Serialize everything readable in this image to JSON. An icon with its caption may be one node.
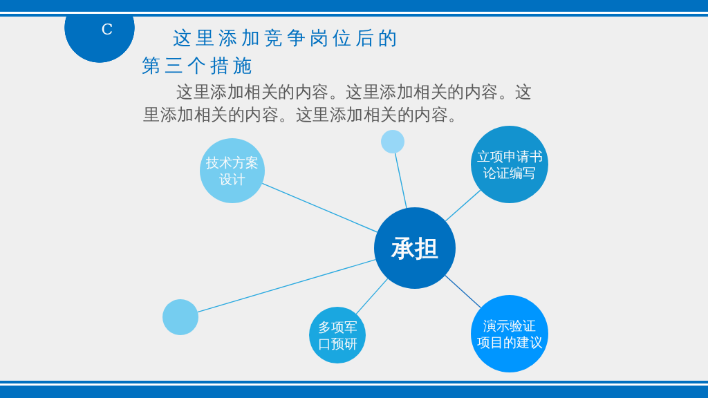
{
  "diagram": {
    "title": "这里添加竞争岗位后的第三个措施",
    "nodes": [
      {
        "text": [
          "C"
        ]
      },
      {
        "text": [
          "技术方案设计"
        ]
      },
      {
        "text": [],
        "shape": "circle"
      },
      {
        "text": [
          "立项申请书论证编写"
        ]
      },
      {
        "text": [
          "承担"
        ]
      },
      {
        "text": [],
        "shape": "circle"
      },
      {
        "text": [
          "多项军口预研"
        ]
      },
      {
        "text": [
          "演示验证项目的建议"
        ]
      }
    ],
    "edges": [
      {
        "from": 4,
        "to": 1,
        "arrow": "none"
      },
      {
        "from": 4,
        "to": 2,
        "arrow": "none"
      },
      {
        "from": 4,
        "to": 3,
        "arrow": "none"
      },
      {
        "from": 4,
        "to": 5,
        "arrow": "none"
      },
      {
        "from": 4,
        "to": 6,
        "arrow": "none"
      },
      {
        "from": 4,
        "to": 7,
        "arrow": "none",
        "color": "#1a6fbf"
      }
    ],
    "labels": [
      "这里添加相关的内容。这里添加相关的内容。这里添加相关的内容。这里添加相关的内容。"
    ]
  }
}
